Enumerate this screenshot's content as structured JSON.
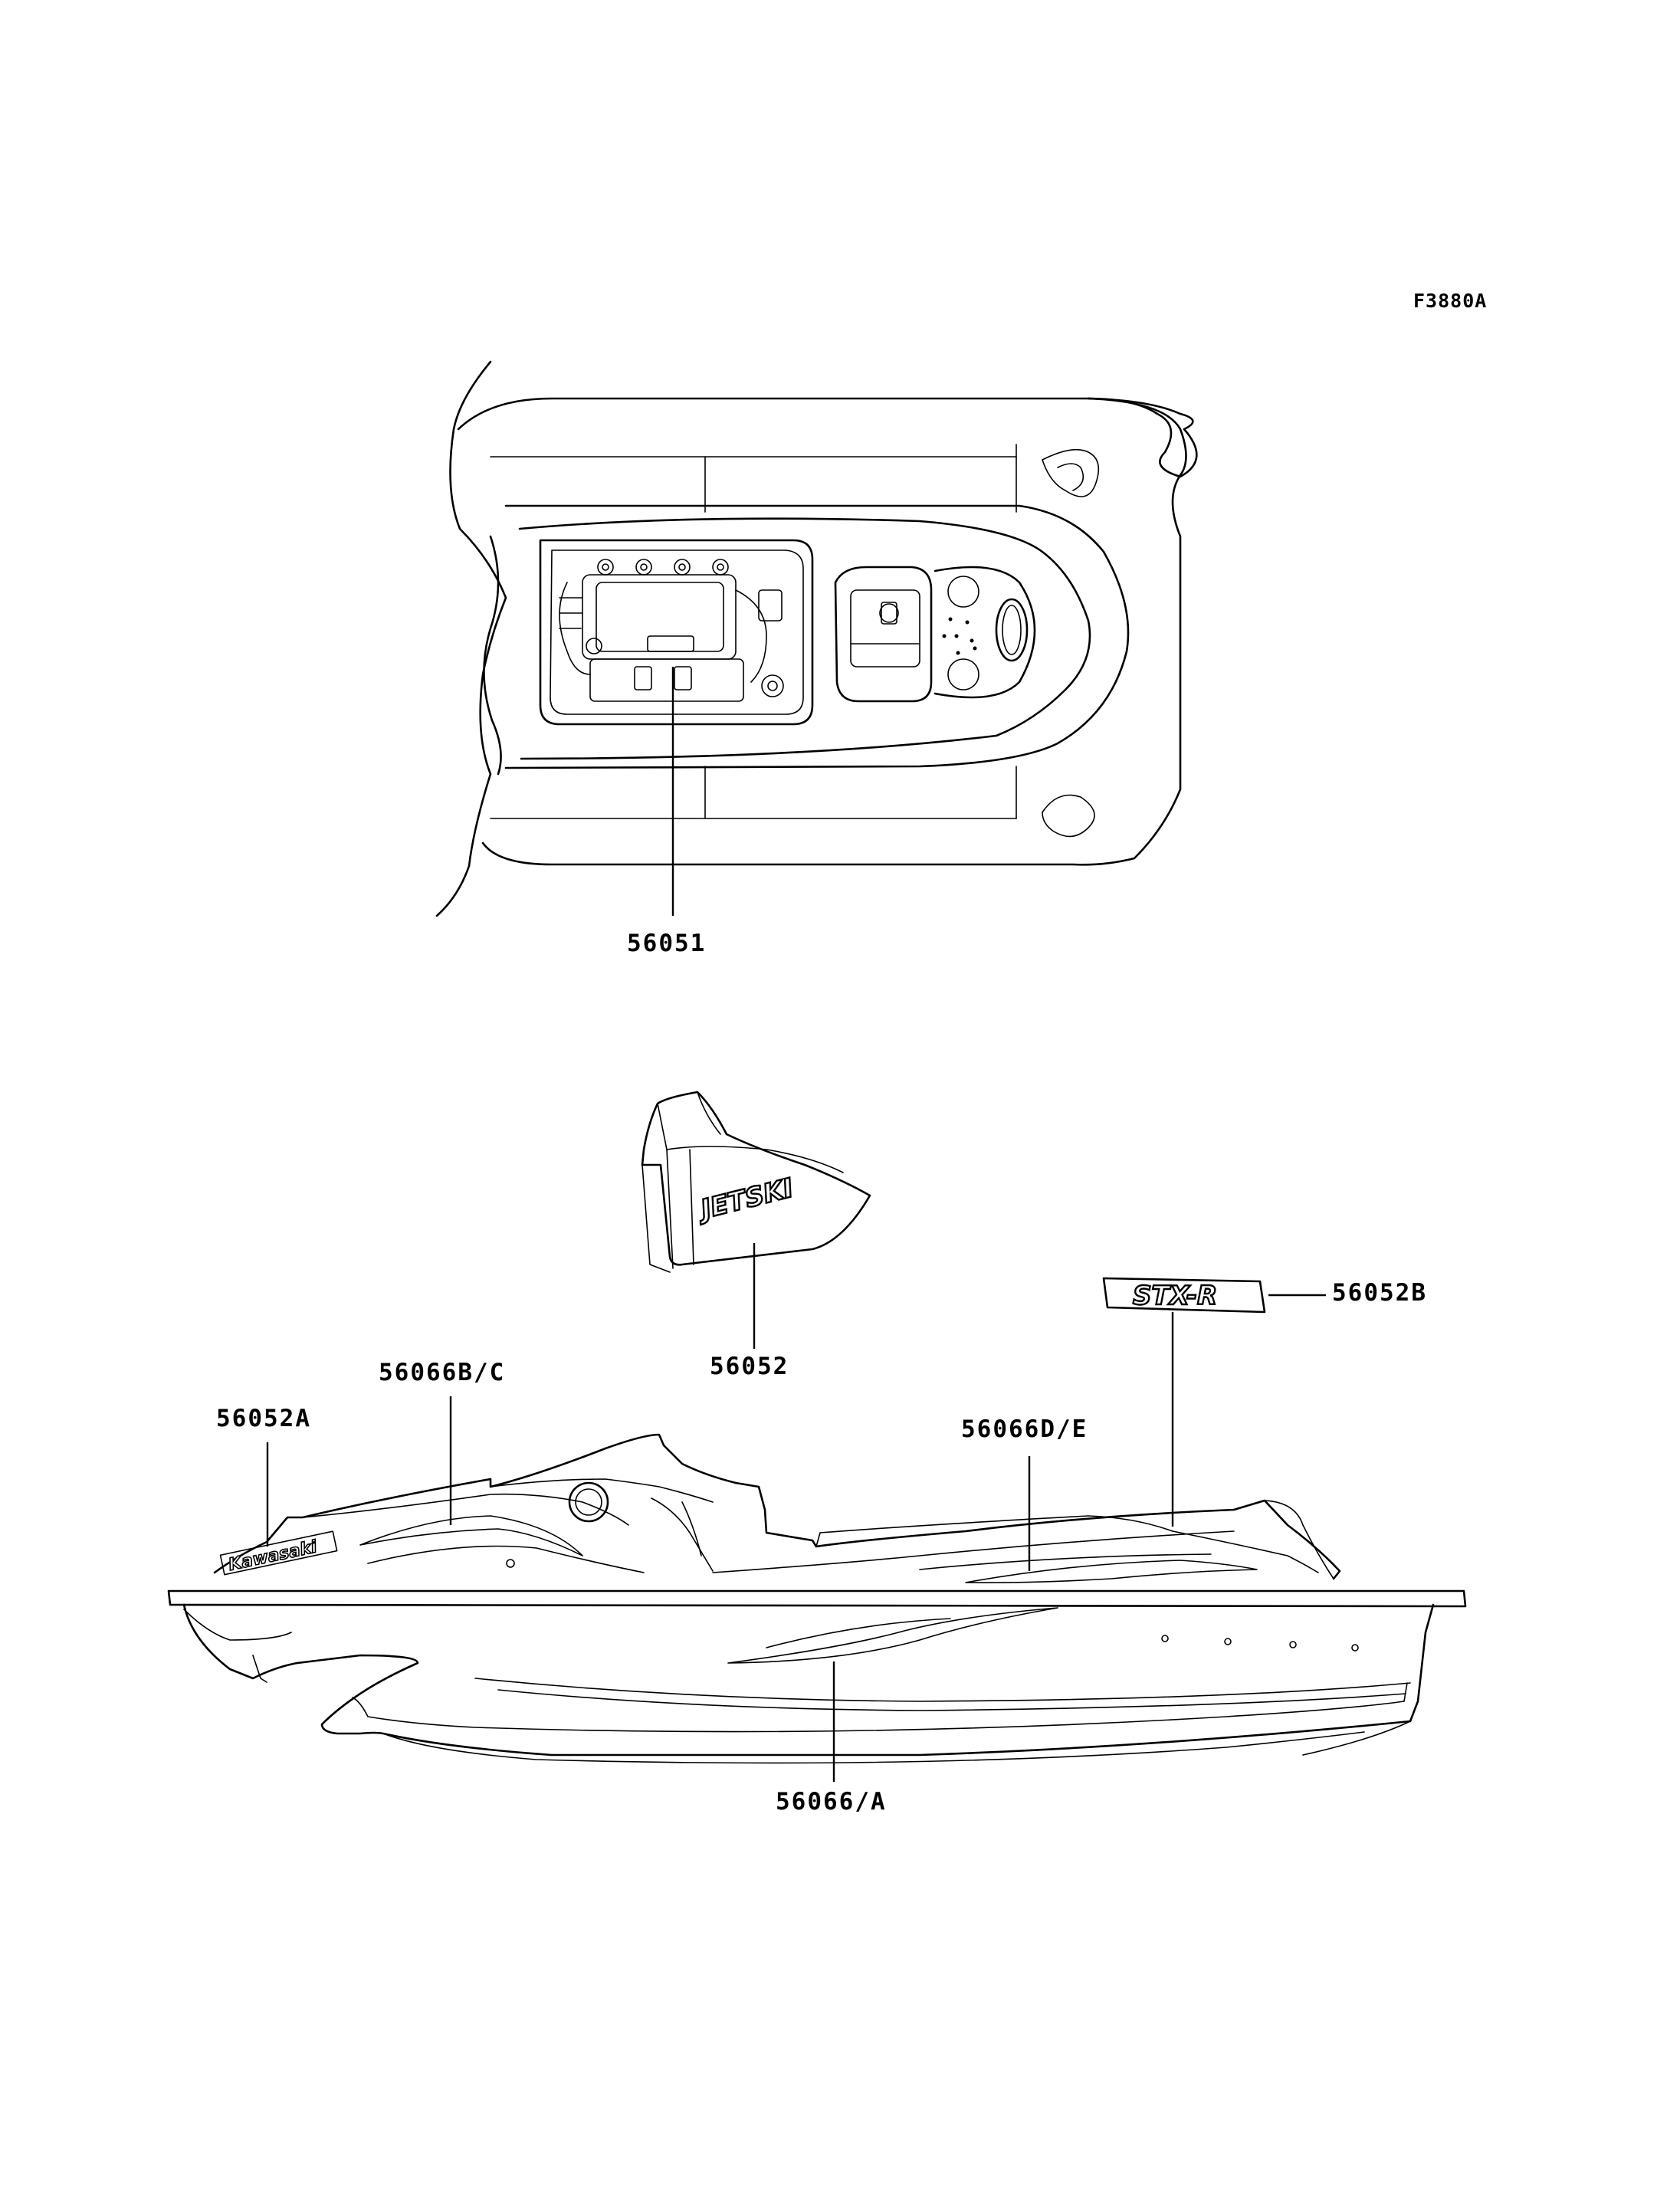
{
  "figure_code": "F3880A",
  "callouts": {
    "engine_label": "56051",
    "jetski_label": "56052",
    "stxr_label": "56052B",
    "kawasaki_label": "56052A",
    "stripe_bc": "56066B/C",
    "stripe_de": "56066D/E",
    "stripe_a": "56066/A"
  },
  "decals": {
    "jetski": "JETSKI",
    "stxr": "STX-R",
    "kawasaki": "Kawasaki"
  }
}
